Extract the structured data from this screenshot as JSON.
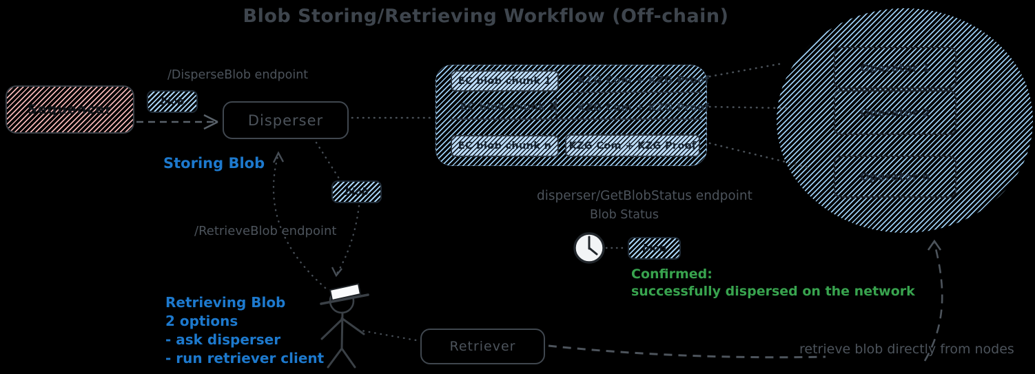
{
  "title": "Blob Storing/Retrieving Workflow (Off-chain)",
  "nodes": {
    "sequencer": "Sequencer",
    "disperser": "Disperser",
    "retriever": "Retriever"
  },
  "blobs": [
    "blob",
    "blob",
    "blob"
  ],
  "chunk_table": {
    "rows": [
      {
        "chunk": "EC blob chunk 1",
        "proof": "KZG Com + KZG Proof"
      },
      {
        "chunk": "EC blob chunk 2",
        "proof": "KZG Com + KZG Proof"
      },
      {
        "chunk": "EC blob chunk n",
        "proof": "KZG Com + KZG Proof"
      }
    ]
  },
  "operators": [
    "Operator 1",
    "Operator 2",
    "Operator n"
  ],
  "labels": {
    "disperse_endpoint": "/DisperseBlob endpoint",
    "storing_blob": "Storing Blob",
    "retrieve_endpoint": "/RetrieveBlob endpoint",
    "get_blob_status_endpoint": "disperser/GetBlobStatus endpoint",
    "blob_status": "Blob Status",
    "confirmed_title": "Confirmed:",
    "confirmed_detail": "successfully dispersed on the network",
    "retrieving_lines": [
      "Retrieving Blob",
      "2 options",
      "- ask disperser",
      "- run retriever client"
    ],
    "retrieve_directly": "retrieve blob directly from nodes"
  },
  "colors": {
    "background": "#000000",
    "stroke_gray": "#4c535b",
    "accent_blue_text": "#1d79cd",
    "accent_green_text": "#38a34e",
    "hatch_pink": "#f4b6b6",
    "hatch_blue": "#9ccdf2"
  }
}
